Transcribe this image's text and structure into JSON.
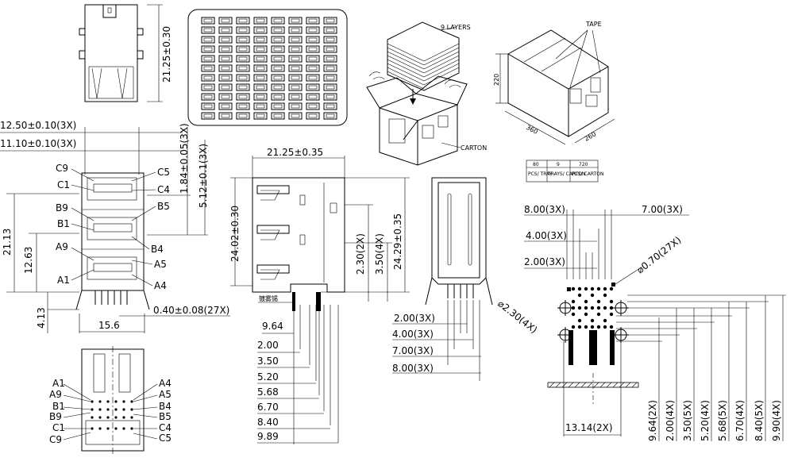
{
  "top_view": {
    "height_dim": "21.25±0.30"
  },
  "front_view": {
    "width_dims": [
      "12.50±0.10(3X)",
      "11.10±0.10(3X)"
    ],
    "right_vertical_dims": [
      "1.84±0.05(3X)",
      "5.12±0.1(3X)"
    ],
    "pin_labels_left": [
      "C9",
      "C1",
      "B9",
      "B1",
      "A9",
      "A1"
    ],
    "pin_labels_right": [
      "C5",
      "C4",
      "B5",
      "B4",
      "A5",
      "A4"
    ],
    "left_vertical_dims": [
      "21.13",
      "12.63",
      "4.13"
    ],
    "bottom_width": "15.6",
    "pin_width": "0.40±0.08(27X)"
  },
  "bottom_view": {
    "pin_labels_left": [
      "A1",
      "A9",
      "B1",
      "B9",
      "C1",
      "C9"
    ],
    "pin_labels_right": [
      "A4",
      "A5",
      "B4",
      "B5",
      "C4",
      "C5"
    ]
  },
  "packaging": {
    "layers_label": "9 LAYERS",
    "carton_label": "CARTON",
    "tape_label": "TAPE",
    "box_dims": [
      "220",
      "360",
      "260"
    ],
    "table_values": [
      "80",
      "9",
      "720"
    ],
    "table_headers": [
      "PCS/ TRAY",
      "TRAYS/ CARTON",
      "PCS/ CARTON"
    ]
  },
  "side_view": {
    "width_dim": "21.25±0.35",
    "vertical_dims": [
      "24.02±0.30",
      "2.30(2X)",
      "3.50(4X)",
      "24.29±0.35"
    ],
    "note": "镀雾锡",
    "offset_dims": [
      "9.64",
      "2.00",
      "3.50",
      "5.20",
      "5.68",
      "6.70",
      "8.40",
      "9.89"
    ]
  },
  "rear_view": {
    "dims": [
      "2.00(3X)",
      "4.00(3X)",
      "7.00(3X)",
      "8.00(3X)"
    ]
  },
  "pcb_layout": {
    "top_dims": [
      "8.00(3X)",
      "7.00(3X)",
      "4.00(3X)",
      "2.00(3X)"
    ],
    "hole_dia": "⌀0.70(27X)",
    "post_dia": "⌀2.30(4X)",
    "bottom_dim": "13.14(2X)",
    "right_dims": [
      "9.64(2X)",
      "2.00(4X)",
      "3.50(5X)",
      "5.20(4X)",
      "5.68(5X)",
      "6.70(4X)",
      "8.40(5X)",
      "9.90(4X)"
    ]
  }
}
